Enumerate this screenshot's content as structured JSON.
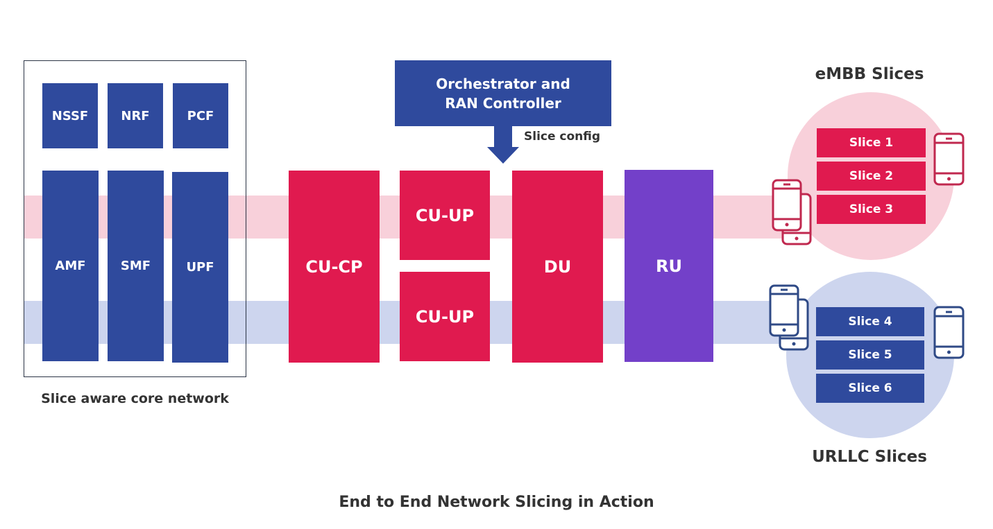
{
  "diagram": {
    "title": "End to End Network Slicing in Action",
    "colors": {
      "core_blue": "#2f4a9d",
      "ran_red": "#e01a4f",
      "ru_purple": "#7340c9",
      "embb_band": "#f8d0da",
      "urllc_band": "#cdd5ee"
    },
    "core_network": {
      "label": "Slice aware core network",
      "top_functions": [
        "NSSF",
        "NRF",
        "PCF"
      ],
      "bottom_functions": [
        "AMF",
        "SMF",
        "UPF"
      ]
    },
    "orchestrator": {
      "line1": "Orchestrator and",
      "line2": "RAN Controller",
      "arrow_label": "Slice config"
    },
    "ran": {
      "cu_cp": "CU-CP",
      "cu_up_top": "CU-UP",
      "cu_up_bottom": "CU-UP",
      "du": "DU",
      "ru": "RU"
    },
    "embb": {
      "title": "eMBB Slices",
      "slices": [
        "Slice 1",
        "Slice 2",
        "Slice 3"
      ]
    },
    "urllc": {
      "title": "URLLC Slices",
      "slices": [
        "Slice 4",
        "Slice 5",
        "Slice 6"
      ]
    }
  }
}
